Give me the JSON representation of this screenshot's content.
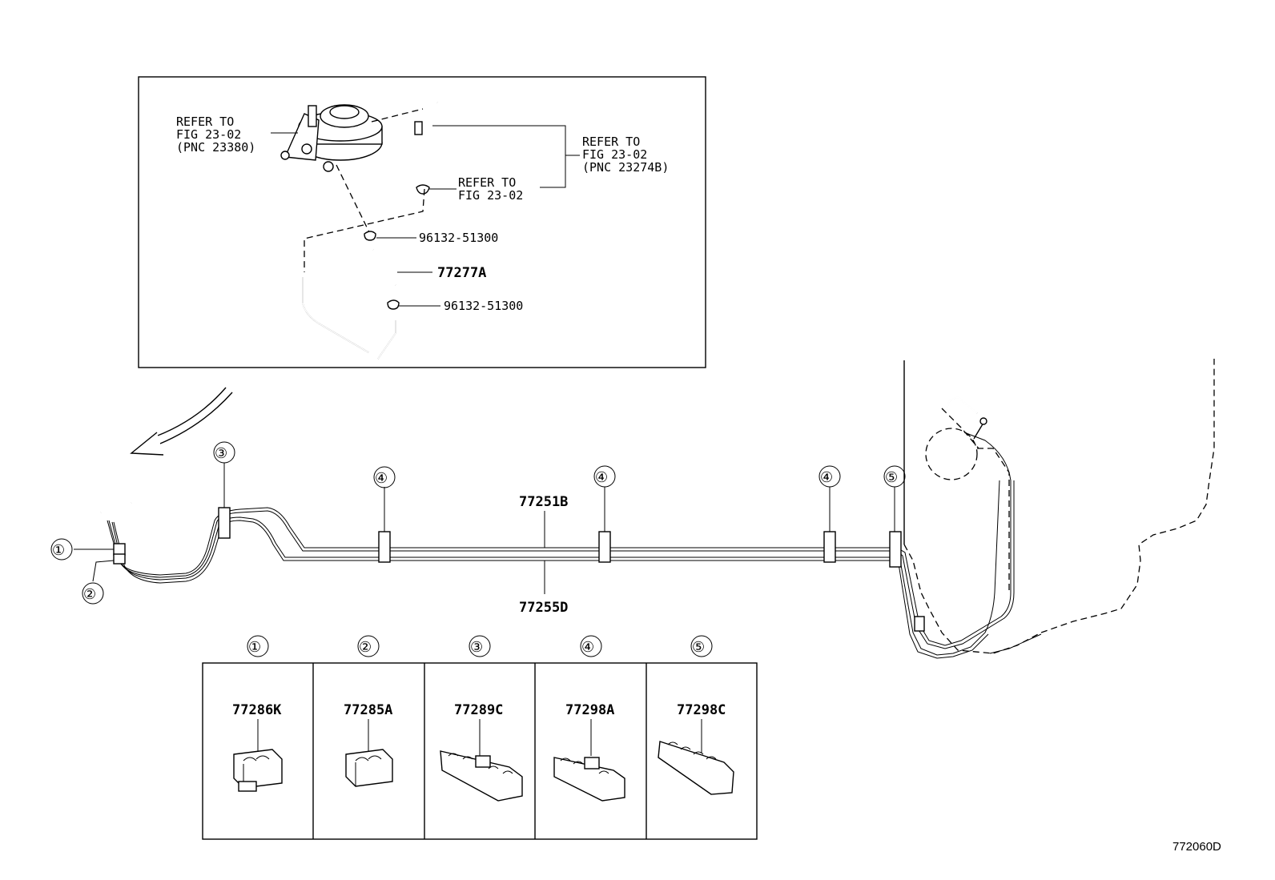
{
  "inset": {
    "refer_a": [
      "REFER TO",
      "FIG 23-02",
      "(PNC 23380)"
    ],
    "refer_b": [
      "REFER TO",
      "FIG 23-02",
      "(PNC 23274B)"
    ],
    "refer_c": [
      "REFER TO",
      "FIG 23-02"
    ],
    "clip_upper": "96132-51300",
    "hose": "77277A",
    "clip_lower": "96132-51300"
  },
  "main": {
    "tube_upper": "77251B",
    "tube_lower": "77255D",
    "callouts": [
      "①",
      "②",
      "③",
      "④",
      "④",
      "④",
      "⑤"
    ]
  },
  "legend": {
    "cells": [
      {
        "marker": "①",
        "part": "77286K"
      },
      {
        "marker": "②",
        "part": "77285A"
      },
      {
        "marker": "③",
        "part": "77289C"
      },
      {
        "marker": "④",
        "part": "77298A"
      },
      {
        "marker": "⑤",
        "part": "77298C"
      }
    ]
  },
  "figure_id": "772060D"
}
